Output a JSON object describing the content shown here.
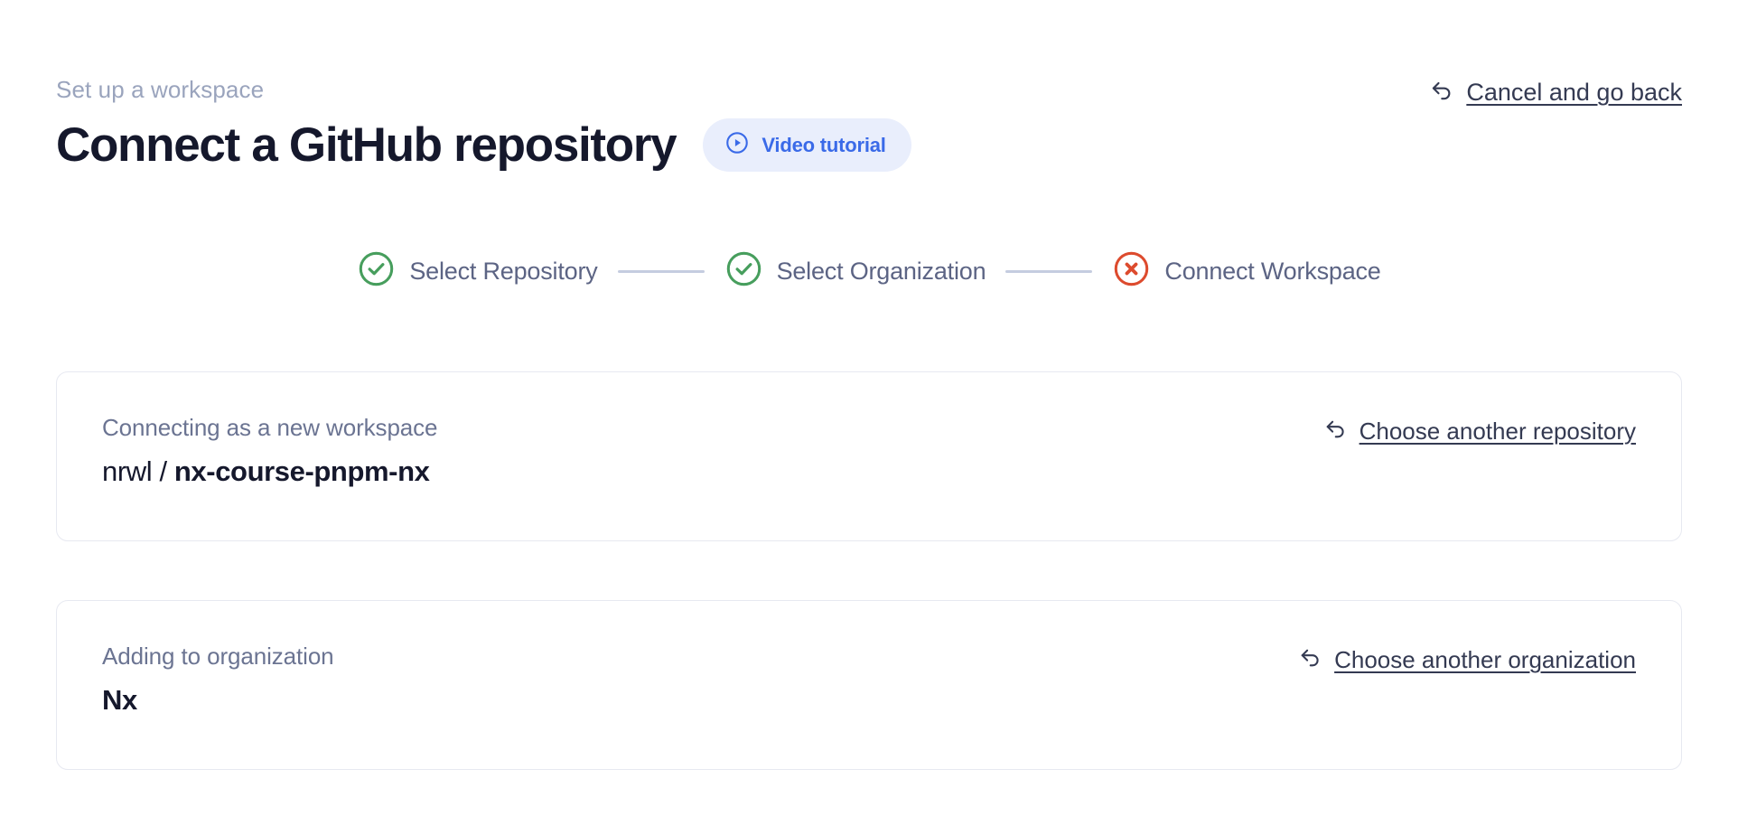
{
  "header": {
    "eyebrow": "Set up a workspace",
    "title": "Connect a GitHub repository",
    "video_badge": {
      "label": "Video tutorial",
      "icon": "play-circle-icon",
      "background": "#e9eefc",
      "text_color": "#3a6ae8"
    },
    "cancel_link": {
      "label": "Cancel and go back",
      "icon": "back-arrow-icon"
    }
  },
  "stepper": {
    "steps": [
      {
        "label": "Select Repository",
        "state": "complete",
        "icon": "check-circle-icon",
        "color": "#479e5d"
      },
      {
        "label": "Select Organization",
        "state": "complete",
        "icon": "check-circle-icon",
        "color": "#479e5d"
      },
      {
        "label": "Connect Workspace",
        "state": "error",
        "icon": "x-circle-icon",
        "color": "#dd4b2e"
      }
    ],
    "connector_color": "#c5cce0"
  },
  "cards": [
    {
      "caption": "Connecting as a new workspace",
      "value_prefix": "nrwl / ",
      "value_strong": "nx-course-pnpm-nx",
      "action": {
        "label": "Choose another repository",
        "icon": "back-arrow-icon"
      }
    },
    {
      "caption": "Adding to organization",
      "value": "Nx",
      "action": {
        "label": "Choose another organization",
        "icon": "back-arrow-icon"
      }
    }
  ],
  "theme": {
    "background": "#ffffff",
    "text_primary": "#15182c",
    "text_muted": "#6b7492",
    "text_eyebrow": "#9aa4bd",
    "link": "#343a52",
    "card_border": "#e7e9f1",
    "accent_blue": "#3a6ae8",
    "success_green": "#479e5d",
    "error_red": "#dd4b2e"
  }
}
